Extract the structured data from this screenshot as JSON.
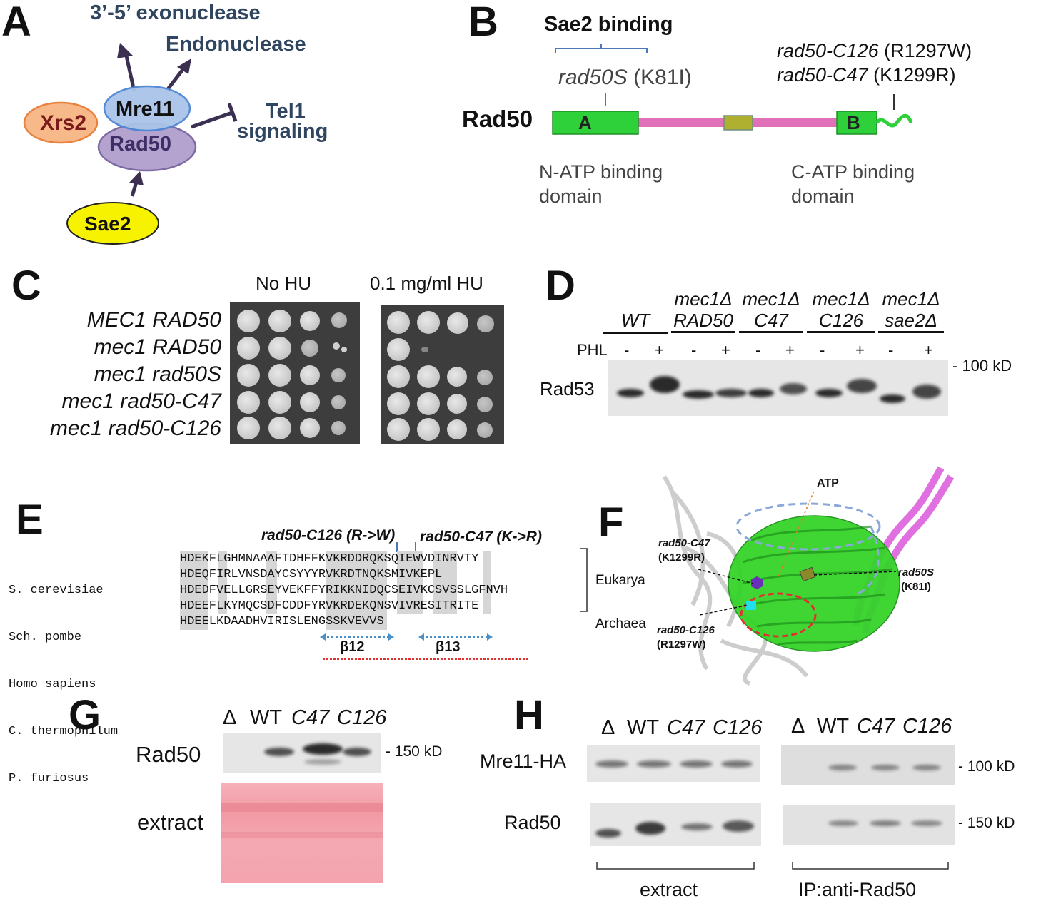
{
  "panels": {
    "A": "A",
    "B": "B",
    "C": "C",
    "D": "D",
    "E": "E",
    "F": "F",
    "G": "G",
    "H": "H"
  },
  "panel_a": {
    "exonuclease": "3’-5’ exonuclease",
    "endonuclease": "Endonuclease",
    "xrs2": "Xrs2",
    "mre11": "Mre11",
    "rad50": "Rad50",
    "tel1_line1": "Tel1",
    "tel1_line2": "signaling",
    "sae2": "Sae2",
    "colors": {
      "xrs2": "#f7b98a",
      "mre11": "#a9c4e8",
      "rad50": "#b4a3cf",
      "sae2": "#f7f200",
      "arrow": "#3b2f52"
    }
  },
  "panel_b": {
    "sae2_binding": "Sae2 binding",
    "rad50s": "rad50S",
    "rad50s_mut": "(K81I)",
    "c126": "rad50-C126",
    "c126_mut": "(R1297W)",
    "c47": "rad50-C47",
    "c47_mut": "(K1299R)",
    "protein": "Rad50",
    "domain_a": "A",
    "domain_b": "B",
    "n_atp_1": "N-ATP binding",
    "n_atp_2": "domain",
    "c_atp_1": "C-ATP binding",
    "c_atp_2": "domain",
    "colors": {
      "domain": "#2fd13a",
      "coil": "#e070b8",
      "hinge": "#b0b030"
    }
  },
  "panel_c": {
    "no_hu": "No  HU",
    "hu": "0.1 mg/ml HU",
    "strains": [
      "MEC1 RAD50",
      "mec1 RAD50",
      "mec1 rad50S",
      "mec1 rad50-C47",
      "mec1 rad50-C126"
    ]
  },
  "panel_d": {
    "groups": [
      {
        "line1": "",
        "line2": "WT"
      },
      {
        "line1": "mec1Δ",
        "line2": "RAD50"
      },
      {
        "line1": "mec1Δ",
        "line2": "C47"
      },
      {
        "line1": "mec1Δ",
        "line2": "C126"
      },
      {
        "line1": "mec1Δ",
        "line2": "sae2Δ"
      }
    ],
    "phl": "PHL",
    "minus": "-",
    "plus": "+",
    "rad53": "Rad53",
    "marker": "- 100 kD"
  },
  "panel_e": {
    "c126_label": "rad50-C126 (R->W)",
    "c47_label": "rad50-C47 (K->R)",
    "species": [
      "S. cerevisiae",
      "Sch. pombe",
      "Homo sapiens",
      "C. thermophilum",
      "P. furiosus"
    ],
    "sequences": [
      "HDEKFLGHMNAAAFTDHFFKVKRDDRQKSQIEWVDINRVTY",
      "HDEQFIRLVNSDAYCSYYYRVKRDTNQKSMIVKEPL",
      "HDEDFVELLGRSEYVEKFFYRIKKNIDQCSEIVKCSVSSLGFNVH",
      "HDEEFLKYMQCSDFCDDFYRVKRDEKQNSVIVRESITRITE",
      "HDEELKDAADHVIRISLENGSSKVEVVS"
    ],
    "eukarya": "Eukarya",
    "archaea": "Archaea",
    "beta12": "β12",
    "beta13": "β13"
  },
  "panel_f": {
    "atp": "ATP",
    "c47": "rad50-C47",
    "c47_mut": "(K1299R)",
    "c126": "rad50-C126",
    "c126_mut": "(R1297W)",
    "rad50s": "rad50S",
    "rad50s_mut": "(K81I)"
  },
  "panel_g": {
    "lanes": [
      "Δ",
      "WT",
      "C47",
      "C126"
    ],
    "rad50": "Rad50",
    "extract": "extract",
    "marker": "- 150 kD"
  },
  "panel_h": {
    "lanes": [
      "Δ",
      "WT",
      "C47",
      "C126"
    ],
    "mre11": "Mre11-HA",
    "rad50": "Rad50",
    "marker_100": "- 100 kD",
    "marker_150": "- 150 kD",
    "extract": "extract",
    "ip": "IP:anti-Rad50"
  }
}
